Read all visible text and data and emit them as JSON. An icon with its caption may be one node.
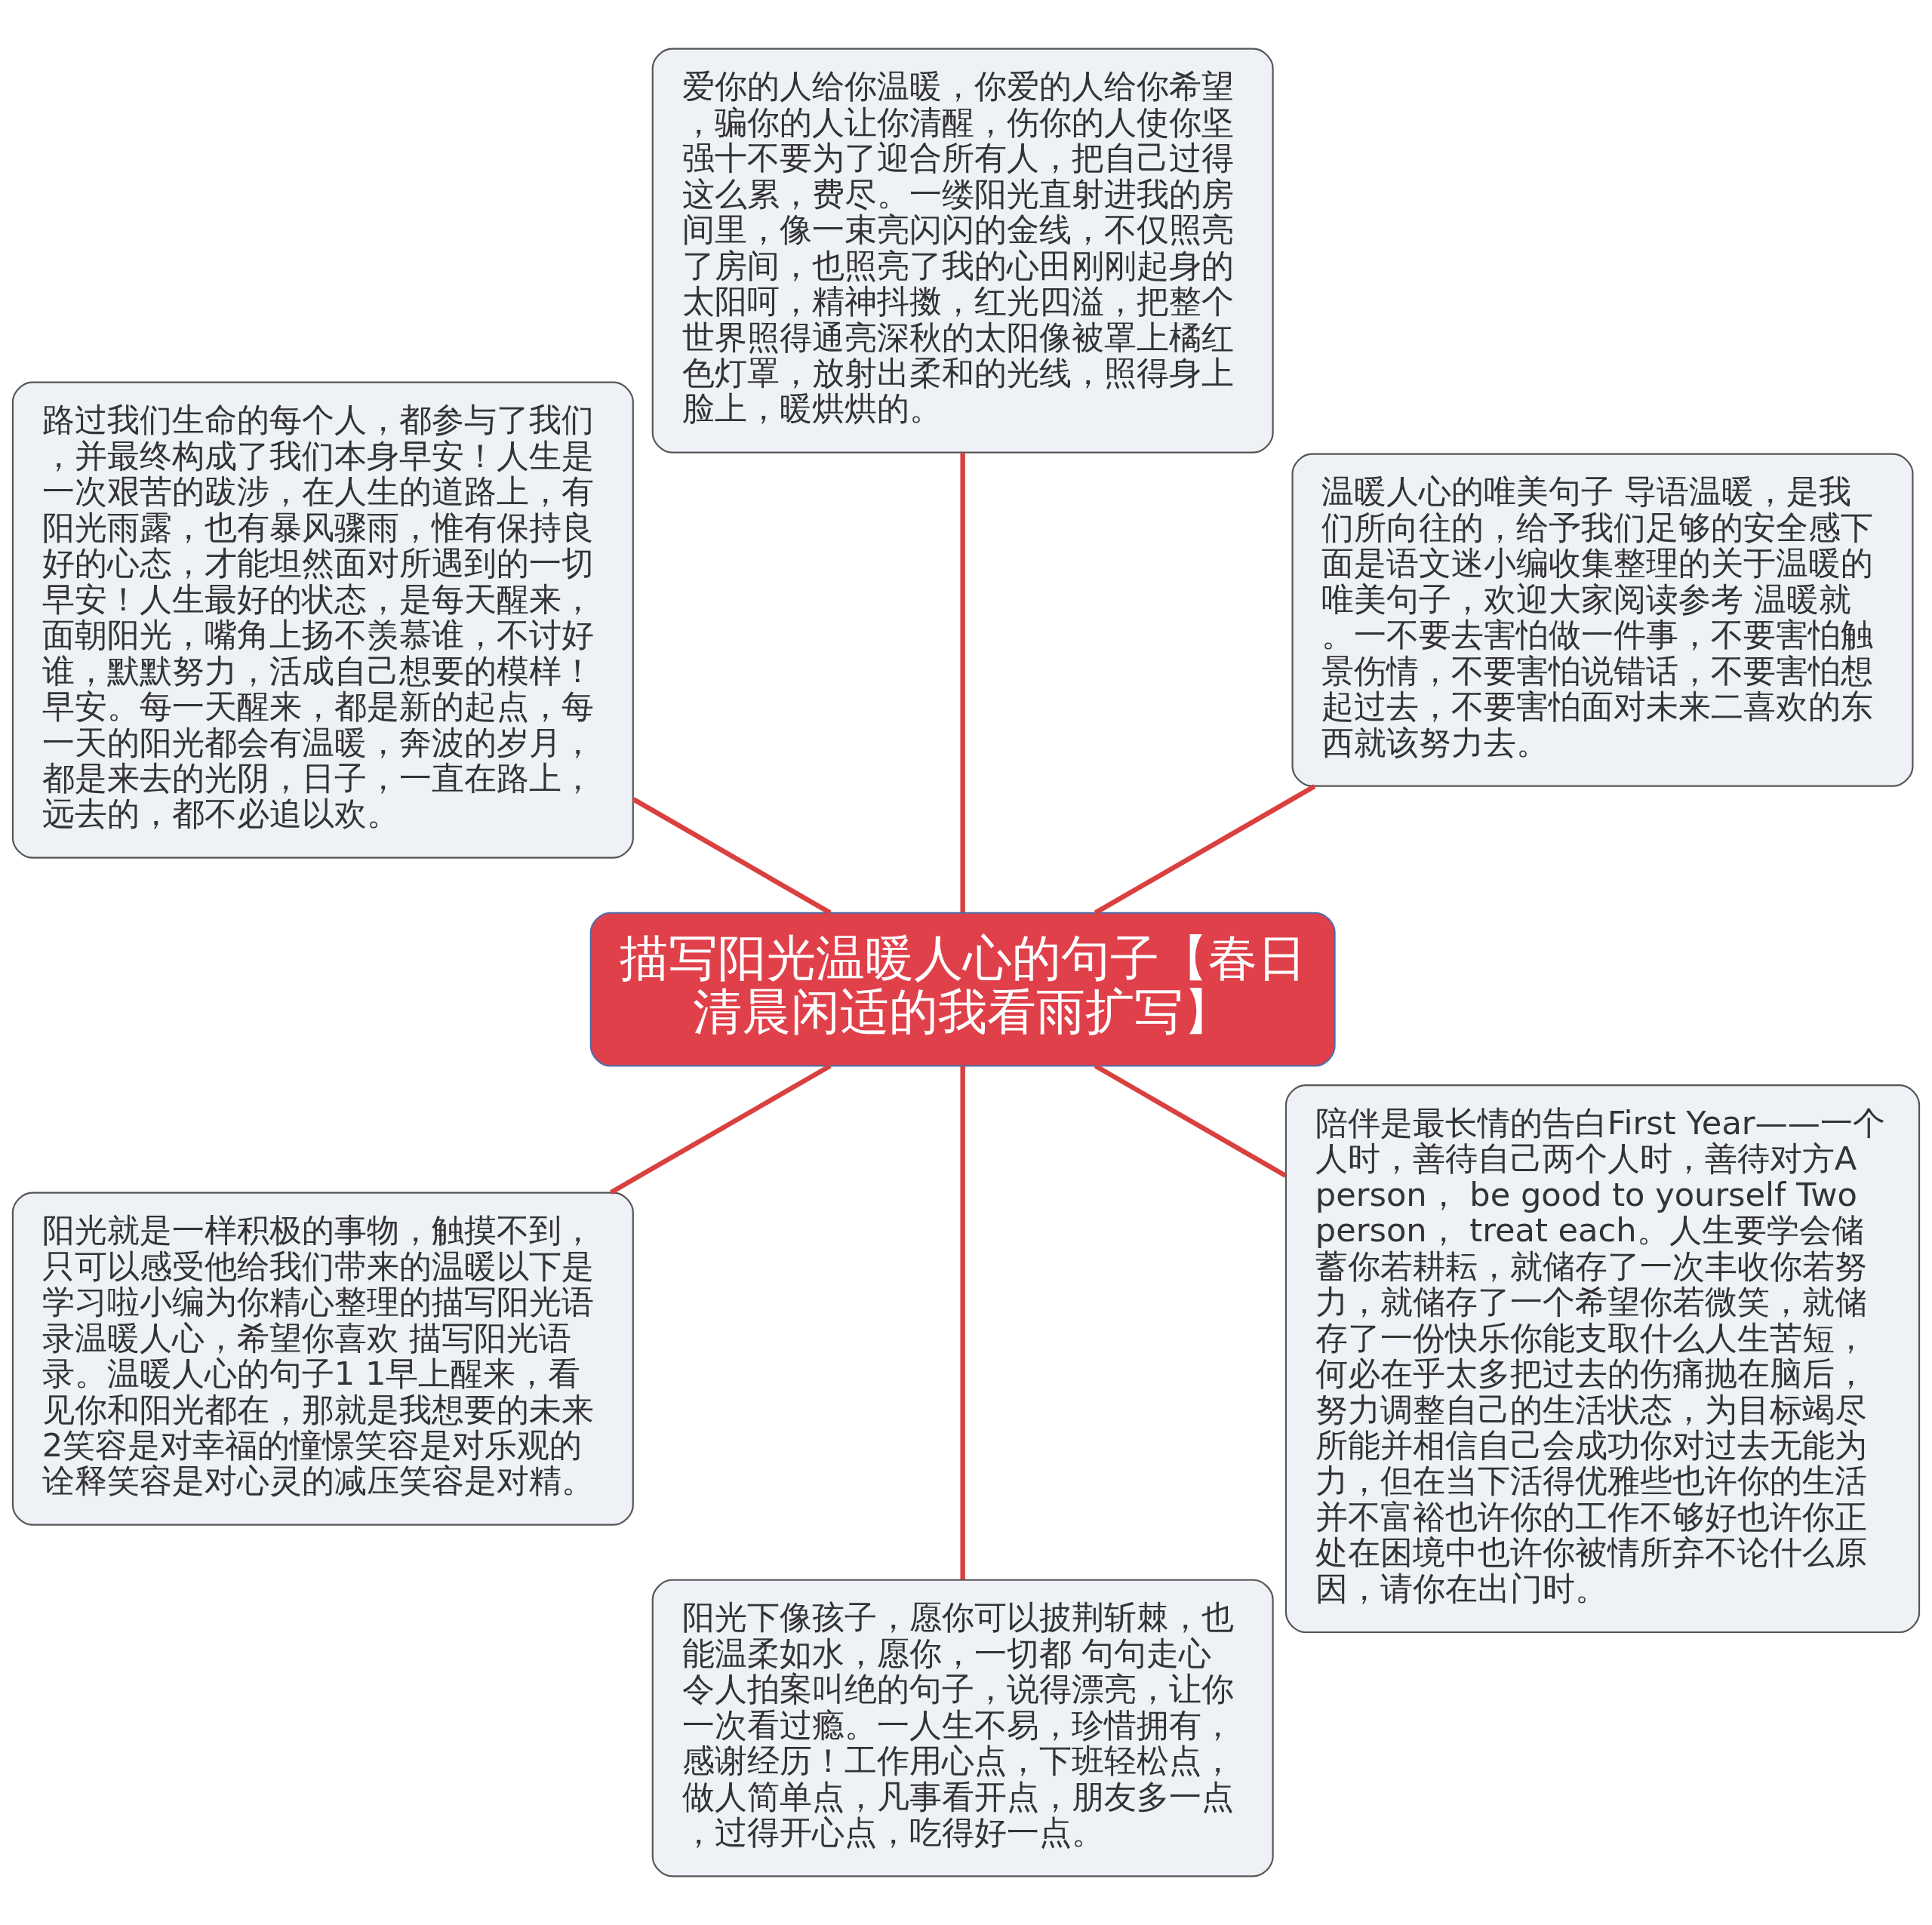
{
  "diagram": {
    "nodes": [
      {
        "text": [
          "描写阳光温暖人心的句子【春日清晨闲适的我看雨扩写】"
        ]
      },
      {
        "text": [
          "温暖人心的唯美句子 导语温暖，是我们所向往的，给予我们足够的安全感下面是语文迷小编收集整理的关于温暖的唯美句子，欢迎大家阅读参考 温暖就。一不要去害怕做一件事，不要害怕触景伤情，不要害怕说错话，不要害怕想起过去，不要害怕面对未来二喜欢的东西就该努力去。"
        ]
      },
      {
        "text": [
          "爱你的人给你温暖，你爱的人给你希望，骗你的人让你清醒，伤你的人使你坚强十不要为了迎合所有人，把自己过得这么累，费尽。一缕阳光直射进我的房间里，像一束亮闪闪的金线，不仅照亮了房间，也照亮了我的心田刚刚起身的太阳呵，精神抖擞，红光四溢，把整个世界照得通亮深秋的太阳像被罩上橘红色灯罩，放射出柔和的光线，照得身上脸上，暖烘烘的。"
        ]
      },
      {
        "text": [
          "路过我们生命的每个人，都参与了我们，并最终构成了我们本身早安！人生是一次艰苦的跋涉，在人生的道路上，有阳光雨露，也有暴风骤雨，惟有保持良好的心态，才能坦然面对所遇到的一切早安！人生最好的状态，是每天醒来，面朝阳光，嘴角上扬不羡慕谁，不讨好谁，默默努力，活成自己想要的模样！早安。每一天醒来，都是新的起点，每一天的阳光都会有温暖，奔波的岁月，都是来去的光阴，日子，一直在路上，远去的，都不必追以欢。"
        ]
      },
      {
        "text": [
          "阳光就是一样积极的事物，触摸不到，只可以感受他给我们带来的温暖以下是学习啦小编为你精心整理的描写阳光语录温暖人心，希望你喜欢 描写阳光语录。温暖人心的句子1 1早上醒来，看见你和阳光都在，那就是我想要的未来 2笑容是对幸福的憧憬笑容是对乐观的诠释笑容是对心灵的减压笑容是对精。"
        ]
      },
      {
        "text": [
          "阳光下像孩子，愿你可以披荆斩棘，也能温柔如水，愿你，一切都 句句走心令人拍案叫绝的句子，说得漂亮，让你一次看过瘾。一人生不易，珍惜拥有，感谢经历！工作用心点，下班轻松点，做人简单点，凡事看开点，朋友多一点，过得开心点，吃得好一点。"
        ]
      },
      {
        "text": [
          "陪伴是最长情的告白First Year——一个人时，善待自己两个人时，善待对方A person， be good to yourself Two person， treat each。人生要学会储蓄你若耕耘，就储存了一次丰收你若努力，就储存了一个希望你若微笑，就储存了一份快乐你能支取什么人生苦短，何必在乎太多把过去的伤痛抛在脑后，努力调整自己的生活状态，为目标竭尽所能并相信自己会成功你对过去无能为力，但在当下活得优雅些也许你的生活并不富裕也许你的工作不够好也许你正处在困境中也许你被情所弃不论什么原因，请你在出门时。"
        ]
      }
    ],
    "edges": [
      {
        "from": 0,
        "to": 1,
        "arrow": "none"
      },
      {
        "from": 0,
        "to": 2,
        "arrow": "none"
      },
      {
        "from": 0,
        "to": 3,
        "arrow": "none"
      },
      {
        "from": 0,
        "to": 4,
        "arrow": "none"
      },
      {
        "from": 0,
        "to": 5,
        "arrow": "none"
      },
      {
        "from": 0,
        "to": 6,
        "arrow": "none"
      }
    ]
  }
}
